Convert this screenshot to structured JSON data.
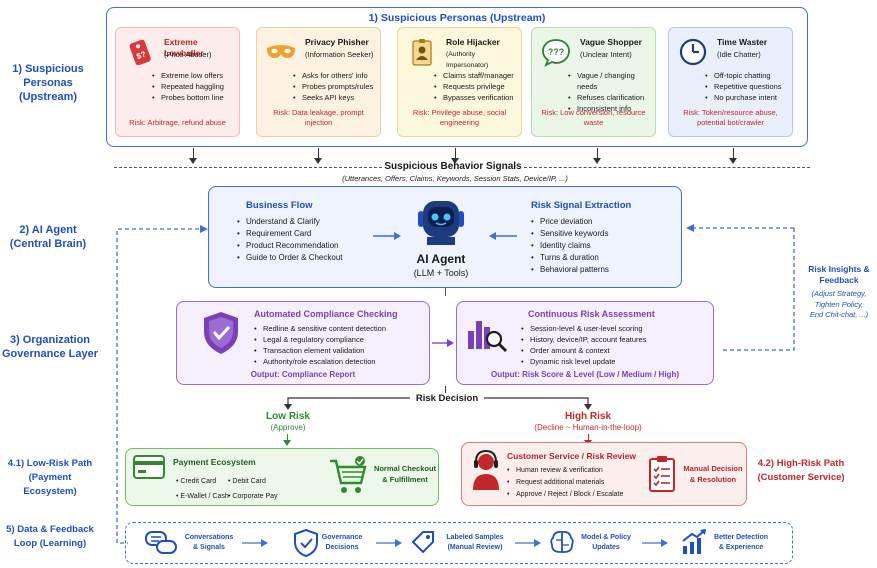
{
  "section1": {
    "title": "1) Suspicious Personas (Upstream)",
    "side_label_1": "1) Suspicious",
    "side_label_2": "Personas",
    "side_label_3": "(Upstream)"
  },
  "personas": [
    {
      "title": "Extreme Lowballer",
      "subtitle": "(Price Abuser)",
      "items": [
        "Extreme low offers",
        "Repeated haggling",
        "Probes bottom line"
      ],
      "risk": "Risk: Arbitrage, refund abuse",
      "icon": "price-tag-icon"
    },
    {
      "title": "Privacy Phisher",
      "subtitle": "(Information Seeker)",
      "items": [
        "Asks for others' info",
        "Probes prompts/rules",
        "Seeks API keys"
      ],
      "risk": "Risk: Data leakage, prompt injection",
      "icon": "mask-icon"
    },
    {
      "title": "Role Hijacker",
      "subtitle": "(Authority Impersonator)",
      "items": [
        "Claims staff/manager",
        "Requests privilege",
        "Bypasses verification"
      ],
      "risk": "Risk: Privilege abuse, social engineering",
      "icon": "id-badge-icon"
    },
    {
      "title": "Vague Shopper",
      "subtitle": "(Unclear Intent)",
      "items": [
        "Vague / changing needs",
        "Refuses clarification",
        "Inconsistent info"
      ],
      "risk": "Risk: Low conversion, resource waste",
      "icon": "question-bubble-icon"
    },
    {
      "title": "Time Waster",
      "subtitle": "(Idle Chatter)",
      "items": [
        "Off-topic chatting",
        "Repetitive questions",
        "No purchase intent"
      ],
      "risk": "Risk: Token/resource abuse, potential bot/crawler",
      "icon": "clock-icon"
    }
  ],
  "signals": {
    "title": "Suspicious Behavior Signals",
    "subtitle": "(Utterances, Offers, Claims, Keywords, Session Stats, Device/IP, ...)"
  },
  "section2": {
    "side_label_1": "2) AI Agent",
    "side_label_2": "(Central Brain)",
    "business_title": "Business Flow",
    "business_items": [
      "Understand & Clarify",
      "Requirement Card",
      "Product Recommendation",
      "Guide to Order & Checkout"
    ],
    "agent_title": "AI Agent",
    "agent_sub": "(LLM + Tools)",
    "risk_title": "Risk Signal Extraction",
    "risk_items": [
      "Price deviation",
      "Sensitive keywords",
      "Identity claims",
      "Turns & duration",
      "Behavioral patterns"
    ]
  },
  "feedback": {
    "title_1": "Risk Insights &",
    "title_2": "Feedback",
    "detail_1": "(Adjust Strategy,",
    "detail_2": "Tighten Policy,",
    "detail_3": "End Chit-chat, ...)"
  },
  "section3": {
    "side_label_1": "3) Organization",
    "side_label_2": "Governance Layer",
    "compliance_title": "Automated Compliance Checking",
    "compliance_items": [
      "Redline & sensitive content detection",
      "Legal & regulatory compliance",
      "Transaction element validation",
      "Authority/role escalation detection"
    ],
    "compliance_output": "Output: Compliance Report",
    "assessment_title": "Continuous Risk Assessment",
    "assessment_items": [
      "Session-level & user-level scoring",
      "History, device/IP, account features",
      "Order amount & context",
      "Dynamic risk level update"
    ],
    "assessment_output": "Output: Risk Score & Level  (Low / Medium / High)"
  },
  "decision": {
    "title": "Risk Decision",
    "low_title": "Low Risk",
    "low_sub": "(Approve)",
    "high_title": "High Risk",
    "high_sub": "(Decline ~ Human-in-the-loop)"
  },
  "low_path": {
    "side_label_1": "4.1) Low-Risk Path",
    "side_label_2": "(Payment Ecosystem)",
    "title": "Payment Ecosystem",
    "methods": [
      "Credit Card",
      "Debit Card",
      "E-Wallet / Cash",
      "Corporate Pay"
    ],
    "checkout_1": "Normal Checkout",
    "checkout_2": "& Fulfillment"
  },
  "high_path": {
    "side_label_1": "4.2) High-Risk Path",
    "side_label_2": "(Customer Service)",
    "title": "Customer Service / Risk Review",
    "items": [
      "Human review & verification",
      "Request additional materials",
      "Approve / Reject / Block / Escalate"
    ],
    "manual_1": "Manual Decision",
    "manual_2": "& Resolution"
  },
  "section5": {
    "side_label_1": "5) Data & Feedback",
    "side_label_2": "Loop (Learning)",
    "steps": [
      {
        "l1": "Conversations",
        "l2": "& Signals",
        "icon": "chat-bubbles-icon"
      },
      {
        "l1": "Governance",
        "l2": "Decisions",
        "icon": "shield-check-icon"
      },
      {
        "l1": "Labeled Samples",
        "l2": "(Manual Review)",
        "icon": "label-tag-icon"
      },
      {
        "l1": "Model & Policy",
        "l2": "Updates",
        "icon": "brain-chip-icon"
      },
      {
        "l1": "Better Detection",
        "l2": "& Experience",
        "icon": "growth-chart-icon"
      }
    ]
  },
  "colors": {
    "blue": "#1f4fbf",
    "purple": "#7b3fb8",
    "green": "#2e8b2e",
    "red": "#c0282c"
  }
}
